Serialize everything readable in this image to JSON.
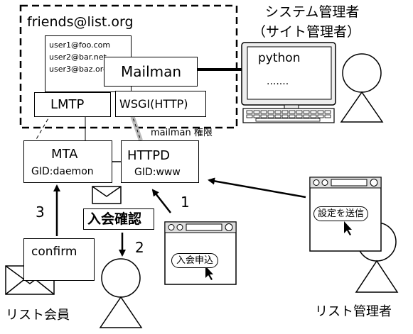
{
  "list": {
    "address": "friends@list.org",
    "members": [
      "user1@foo.com",
      "user2@bar.net",
      "user3@baz.org"
    ]
  },
  "components": {
    "mailman": "Mailman",
    "lmtp": "LMTP",
    "wsgi": "WSGI(HTTP)",
    "mta": "MTA",
    "mta_gid": "GID:daemon",
    "httpd": "HTTPD",
    "httpd_gid": "GID:www",
    "permission": "mailman 権限"
  },
  "admin_terminal": {
    "line1": "python",
    "line2": "......."
  },
  "actors": {
    "site_admin_line1": "システム管理者",
    "site_admin_line2": "（サイト管理者）",
    "list_member": "リスト会員",
    "list_admin": "リスト管理者"
  },
  "flow": {
    "confirm_envelope": "confirm",
    "join_confirm": "入会確認",
    "step1": "1",
    "step2": "2",
    "step3": "3"
  },
  "browsers": {
    "join_button": "入会申込",
    "send_settings_button": "設定を送信"
  }
}
